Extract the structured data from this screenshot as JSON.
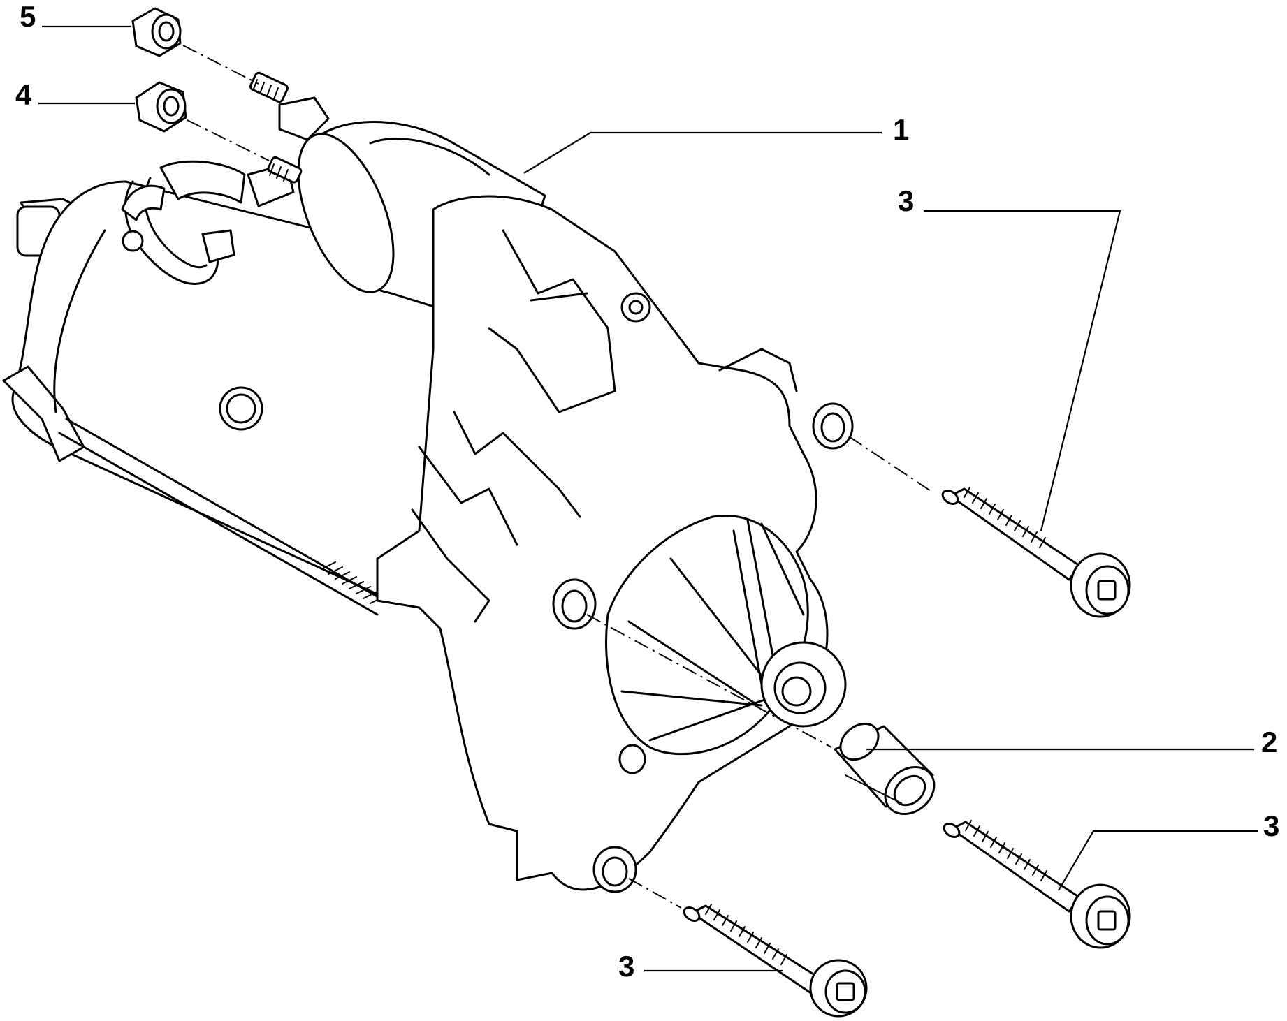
{
  "callouts": {
    "c1": "1",
    "c2": "2",
    "c3_top": "3",
    "c3_mid": "3",
    "c3_bottom": "3",
    "c4": "4",
    "c5": "5"
  },
  "parts": [
    {
      "ref": "1",
      "icon": "starter-motor-icon"
    },
    {
      "ref": "2",
      "icon": "bushing-icon"
    },
    {
      "ref": "3",
      "icon": "flange-bolt-icon"
    },
    {
      "ref": "4",
      "icon": "hex-nut-icon"
    },
    {
      "ref": "5",
      "icon": "hex-nut-icon"
    }
  ]
}
